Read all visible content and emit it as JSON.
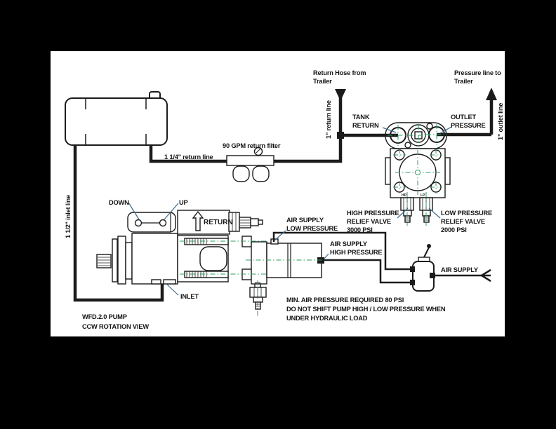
{
  "title": "WFD.2.0 pump hydraulic / air shift schematic",
  "colors": {
    "background": "#000000",
    "paper": "#ffffff",
    "line": "#1b1b1b",
    "centerline_green": "#2f9e63",
    "leader_blue": "#3f6b8e"
  },
  "labels": {
    "return_hose": [
      "Return Hose from",
      "Trailer"
    ],
    "pressure_line": [
      "Pressure line to",
      "Trailer"
    ],
    "return_line_vert": "1\" return line",
    "outlet_line_vert": "1\" outlet line",
    "inlet_line_vert": "1 1/2\" inlet line",
    "tank_return": [
      "TANK",
      "RETURN"
    ],
    "outlet_pressure": [
      "OUTLET",
      "PRESSURE"
    ],
    "filter": "90 GPM return filter",
    "return_line_114": "1 1/4\" return line",
    "down": "DOWN",
    "up": "UP",
    "pump_return": "RETURN",
    "air_low": [
      "AIR SUPPLY",
      "LOW PRESSURE"
    ],
    "air_high": [
      "AIR SUPPLY",
      "HIGH PRESSURE"
    ],
    "hp_relief": [
      "HIGH PRESSURE",
      "RELIEF VALVE",
      "3000 PSI"
    ],
    "lp_relief": [
      "LOW PRESSURE",
      "RELIEF VALVE",
      "2000 PSI"
    ],
    "air_supply": "AIR SUPPLY",
    "note": [
      "MIN. AIR PRESSURE REQUIRED 80 PSI",
      "DO NOT SHIFT PUMP HIGH / LOW PRESSURE WHEN",
      "UNDER HYDRAULIC LOAD"
    ],
    "pump_id": [
      "WFD.2.0 PUMP",
      "CCW ROTATION VIEW"
    ],
    "inlet": "INLET",
    "hp_port": "HP",
    "lp_port": "LP"
  }
}
